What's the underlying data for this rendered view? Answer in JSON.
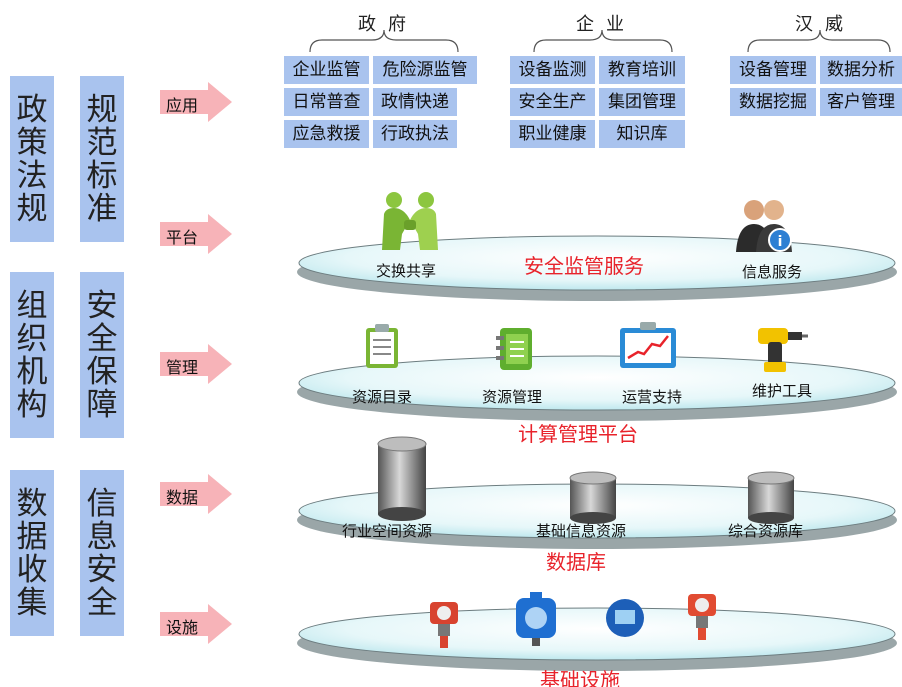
{
  "left_columns": [
    {
      "text": "政策法规"
    },
    {
      "text": "规范标准"
    },
    {
      "text": "组织机构"
    },
    {
      "text": "安全保障"
    },
    {
      "text": "数据收集"
    },
    {
      "text": "信息安全"
    }
  ],
  "layers": [
    "应用",
    "平台",
    "管理",
    "数据",
    "设施"
  ],
  "groups": [
    {
      "title": "政府",
      "items": [
        "企业监管",
        "危险源监管",
        "日常普查",
        "政情快递",
        "应急救援",
        "行政执法"
      ]
    },
    {
      "title": "企业",
      "items": [
        "设备监测",
        "教育培训",
        "安全生产",
        "集团管理",
        "职业健康",
        "知识库"
      ]
    },
    {
      "title": "汉威",
      "items": [
        "设备管理",
        "数据分析",
        "数据挖掘",
        "客户管理"
      ]
    }
  ],
  "platform": {
    "title": "安全监管服务",
    "items": [
      "交换共享",
      "信息服务"
    ]
  },
  "management": {
    "title": "计算管理平台",
    "items": [
      "资源目录",
      "资源管理",
      "运营支持",
      "维护工具"
    ]
  },
  "database": {
    "title": "数据库",
    "items": [
      "行业空间资源",
      "基础信息资源",
      "综合资源库"
    ]
  },
  "facility": {
    "title": "基础设施"
  },
  "colors": {
    "box": "#a9c3ee",
    "arrow": "#f7b3b8",
    "title_red": "#e8232b",
    "ellipse_top": "#cfeef3"
  }
}
